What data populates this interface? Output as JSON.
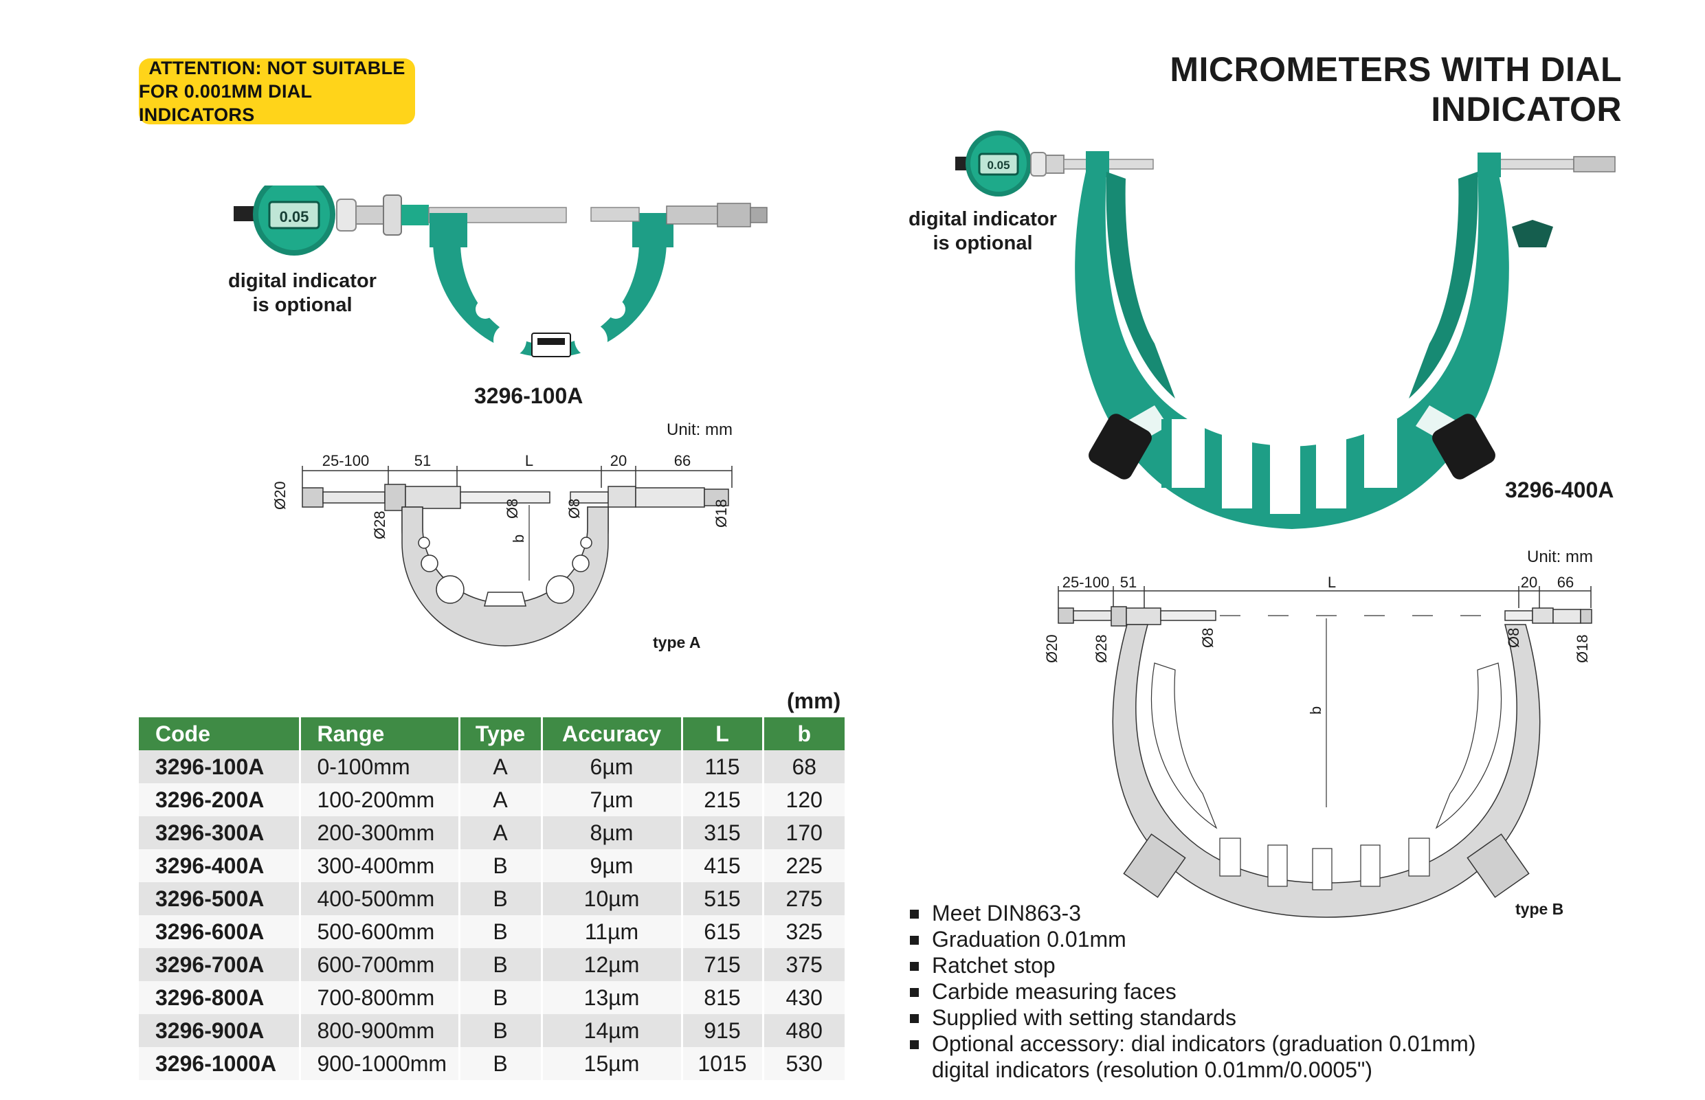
{
  "attention": {
    "line1": "ATTENTION: NOT SUITABLE",
    "line2": "FOR 0.001MM DIAL INDICATORS"
  },
  "title": "MICROMETERS WITH DIAL INDICATOR",
  "product_a": {
    "caption_line1": "digital indicator",
    "caption_line2": "is optional",
    "display_value": "0.05",
    "model": "3296-100A"
  },
  "product_b": {
    "caption_line1": "digital indicator",
    "caption_line2": "is optional",
    "display_value": "0.05",
    "model": "3296-400A"
  },
  "drawing_a": {
    "unit": "Unit: mm",
    "type_label": "type A",
    "dims": {
      "d1": "25-100",
      "d2": "51",
      "d3": "L",
      "d4": "20",
      "d5": "66",
      "dia20": "Ø20",
      "dia28": "Ø28",
      "dia8a": "Ø8",
      "dia8b": "Ø8",
      "dia18": "Ø18",
      "b": "b"
    }
  },
  "drawing_b": {
    "unit": "Unit: mm",
    "type_label": "type B",
    "dims": {
      "d1": "25-100",
      "d2": "51",
      "d3": "L",
      "d4": "20",
      "d5": "66",
      "dia20": "Ø20",
      "dia28": "Ø28",
      "dia8a": "Ø8",
      "dia8b": "Ø8",
      "dia18": "Ø18",
      "b": "b"
    }
  },
  "table": {
    "unit_label": "(mm)",
    "headers": [
      "Code",
      "Range",
      "Type",
      "Accuracy",
      "L",
      "b"
    ],
    "rows": [
      [
        "3296-100A",
        "0-100mm",
        "A",
        "6µm",
        "115",
        "68"
      ],
      [
        "3296-200A",
        "100-200mm",
        "A",
        "7µm",
        "215",
        "120"
      ],
      [
        "3296-300A",
        "200-300mm",
        "A",
        "8µm",
        "315",
        "170"
      ],
      [
        "3296-400A",
        "300-400mm",
        "B",
        "9µm",
        "415",
        "225"
      ],
      [
        "3296-500A",
        "400-500mm",
        "B",
        "10µm",
        "515",
        "275"
      ],
      [
        "3296-600A",
        "500-600mm",
        "B",
        "11µm",
        "615",
        "325"
      ],
      [
        "3296-700A",
        "600-700mm",
        "B",
        "12µm",
        "715",
        "375"
      ],
      [
        "3296-800A",
        "700-800mm",
        "B",
        "13µm",
        "815",
        "430"
      ],
      [
        "3296-900A",
        "800-900mm",
        "B",
        "14µm",
        "915",
        "480"
      ],
      [
        "3296-1000A",
        "900-1000mm",
        "B",
        "15µm",
        "1015",
        "530"
      ]
    ]
  },
  "features": [
    "Meet DIN863-3",
    "Graduation 0.01mm",
    "Ratchet stop",
    "Carbide measuring faces",
    "Supplied with setting standards",
    "Optional accessory: dial indicators (graduation 0.01mm)",
    "digital indicators (resolution 0.01mm/0.0005\")"
  ],
  "colors": {
    "frame_green": "#1e9e86",
    "header_green": "#3f8b45",
    "attention_yellow": "#ffd41a",
    "drawing_gray": "#d9d9d9"
  }
}
